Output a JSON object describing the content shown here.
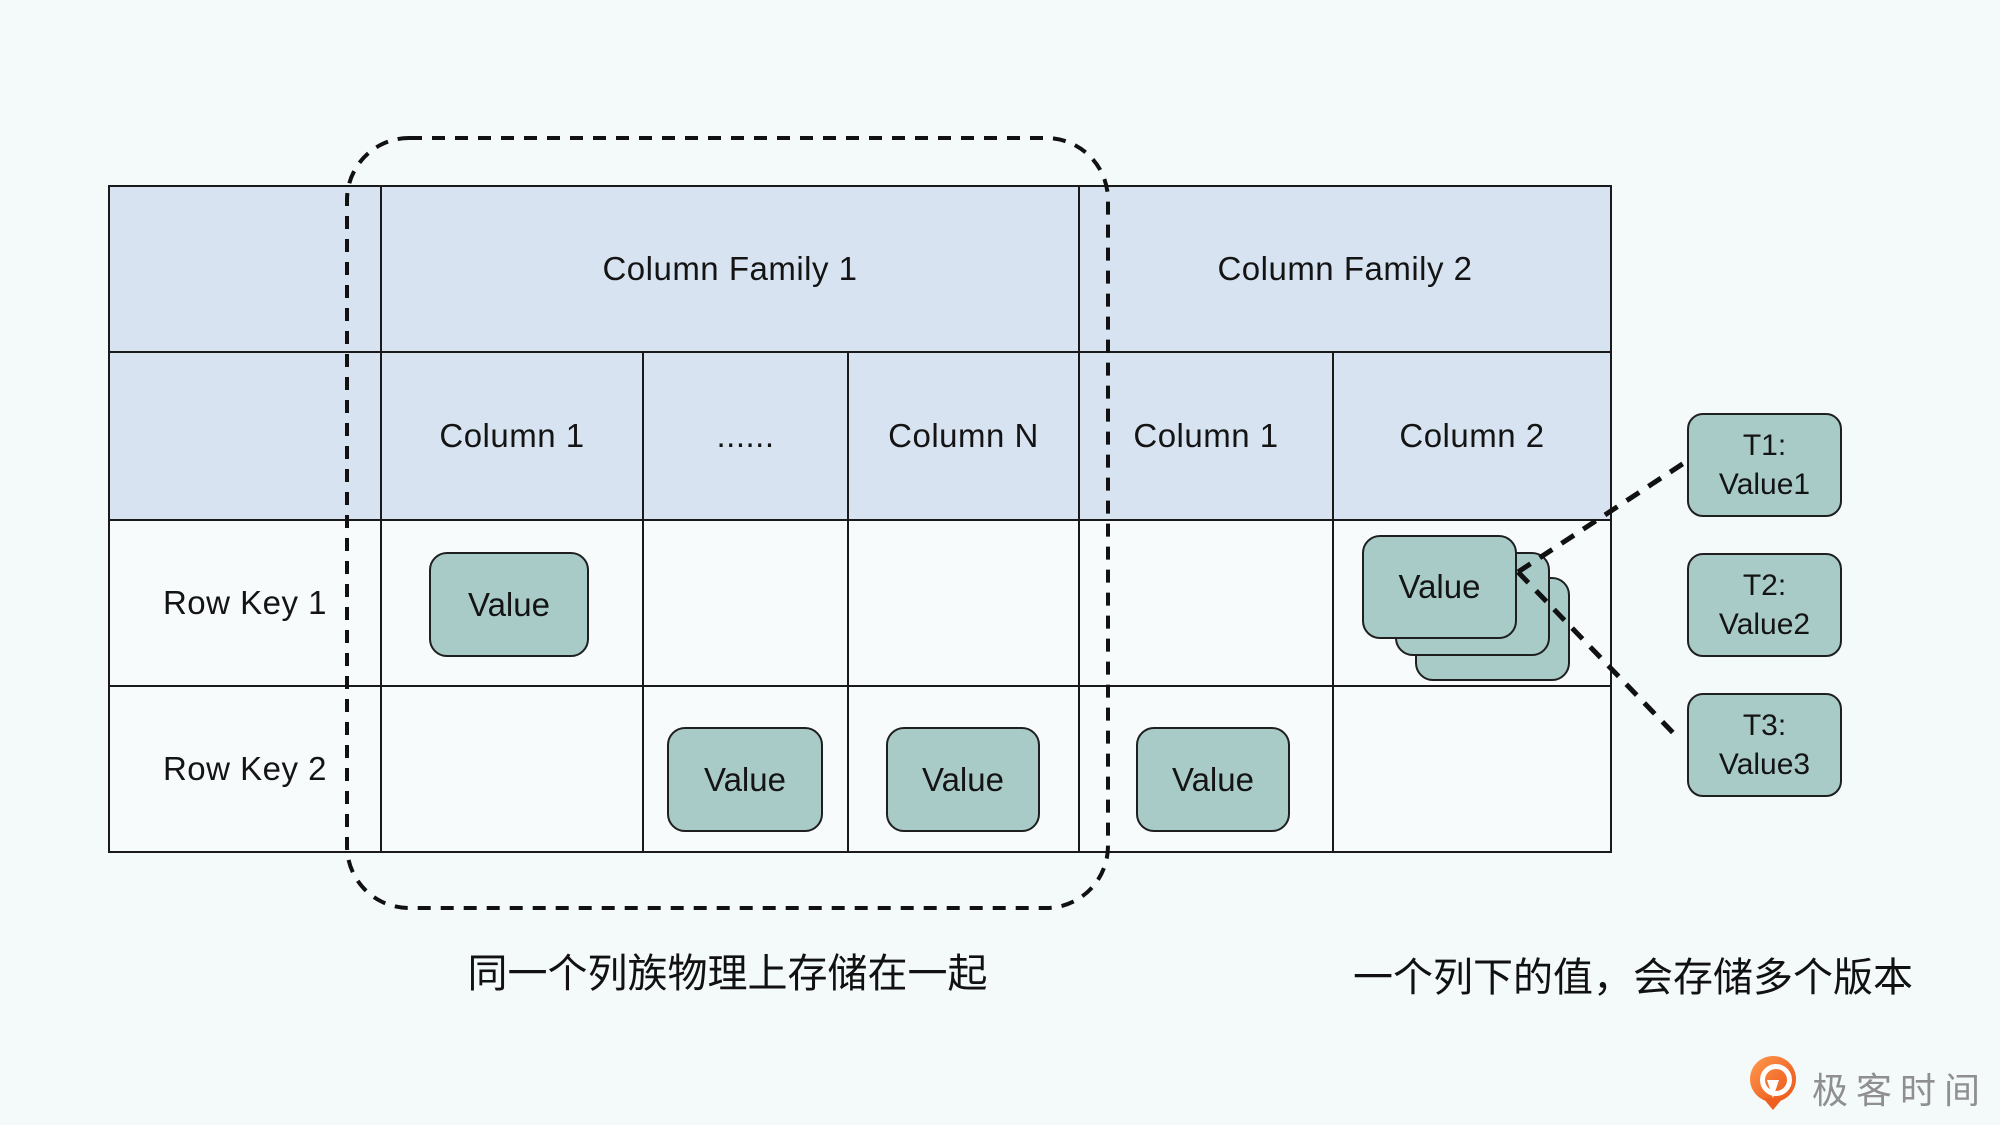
{
  "table": {
    "column_families": [
      {
        "label": "Column Family 1",
        "columns": [
          "Column 1",
          "......",
          "Column N"
        ]
      },
      {
        "label": "Column Family 2",
        "columns": [
          "Column 1",
          "Column 2"
        ]
      }
    ],
    "rows": [
      {
        "key": "Row Key 1"
      },
      {
        "key": "Row Key 2"
      }
    ]
  },
  "labels": {
    "value": "Value"
  },
  "versions": [
    {
      "time": "T1:",
      "value": "Value1"
    },
    {
      "time": "T2:",
      "value": "Value2"
    },
    {
      "time": "T3:",
      "value": "Value3"
    }
  ],
  "annotations": {
    "left_caption": "同一个列族物理上存储在一起",
    "right_caption": "一个列下的值，会存储多个版本"
  },
  "branding": {
    "logo_text": "极客时间"
  },
  "colors": {
    "background": "#f4f9fa",
    "header_fill": "#d7e3f0",
    "cell_fill": "#f7fbfc",
    "value_fill": "#a8cbc8",
    "line_color": "#1a1a1a",
    "logo_orange": "#f3702f",
    "logo_text_gray": "#8f8f8f"
  }
}
